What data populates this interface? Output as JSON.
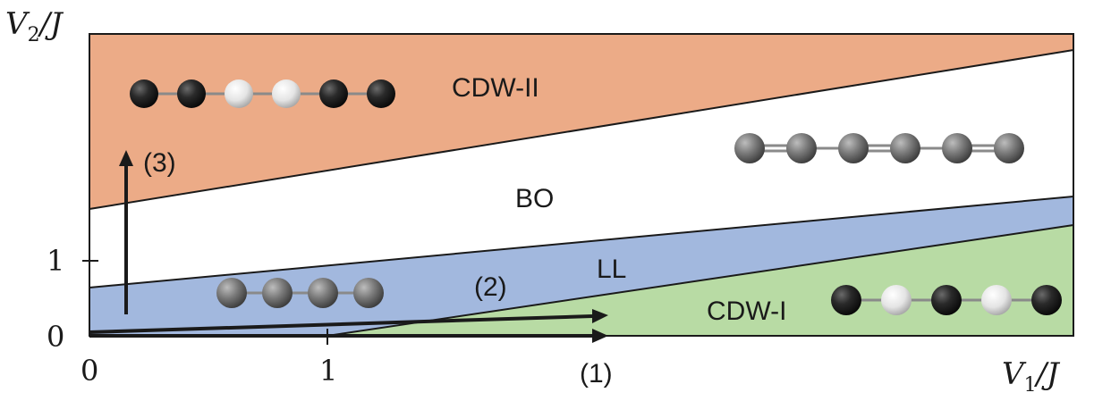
{
  "axes": {
    "x_label_main": "V",
    "x_label_sub": "1",
    "x_label_tail": "/J",
    "y_label_main": "V",
    "y_label_sub": "2",
    "y_label_tail": "/J",
    "x_ticks": [
      "0",
      "1"
    ],
    "y_ticks": [
      "0",
      "1"
    ]
  },
  "phases": {
    "cdw2": {
      "label": "CDW-II",
      "color": "#ecab87"
    },
    "bo": {
      "label": "BO",
      "color": "#ffffff"
    },
    "ll": {
      "label": "LL",
      "color": "#a2b8de"
    },
    "cdw1": {
      "label": "CDW-I",
      "color": "#b8dba4"
    }
  },
  "paths": {
    "p1": "(1)",
    "p2": "(2)",
    "p3": "(3)"
  },
  "chains": {
    "cdw2": [
      "black",
      "black",
      "white",
      "white",
      "black",
      "black"
    ],
    "bo": [
      "gray",
      "gray",
      "gray",
      "gray",
      "gray",
      "gray"
    ],
    "ll": [
      "gray",
      "gray",
      "gray",
      "gray"
    ],
    "cdw1": [
      "black",
      "white",
      "black",
      "white",
      "black"
    ]
  },
  "colors": {
    "boundary": "#1a1a1a",
    "bond": "#8a8a8a",
    "arrow": "#1a1a1a"
  }
}
